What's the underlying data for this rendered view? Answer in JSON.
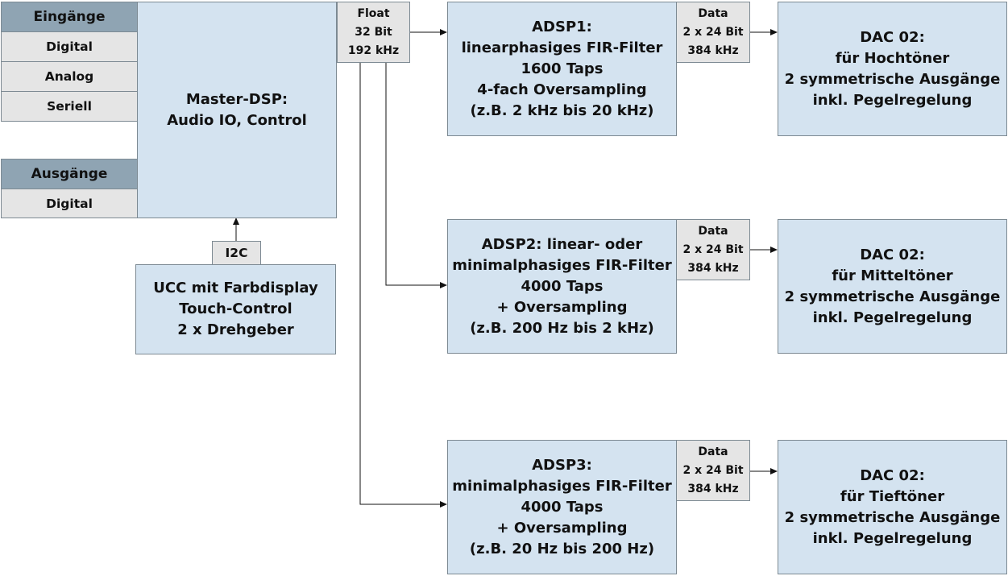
{
  "inputs": {
    "title": "Eingänge",
    "items": [
      "Digital",
      "Analog",
      "Seriell"
    ]
  },
  "outputs": {
    "title": "Ausgänge",
    "items": [
      "Digital"
    ]
  },
  "master": {
    "lines": [
      "Master-DSP:",
      "Audio IO, Control"
    ]
  },
  "ucc": {
    "lines": [
      "UCC mit Farbdisplay",
      "Touch-Control",
      "2 x Drehgeber"
    ]
  },
  "i2c": {
    "label": "I2C"
  },
  "float": {
    "lines": [
      "Float",
      "32 Bit",
      "192 kHz"
    ]
  },
  "adsp": [
    {
      "lines": [
        "ADSP1:",
        "linearphasiges FIR-Filter",
        "1600 Taps",
        "4-fach Oversampling",
        "(z.B. 2 kHz bis 20 kHz)"
      ]
    },
    {
      "lines": [
        "ADSP2: linear- oder",
        "minimalphasiges FIR-Filter",
        "4000 Taps",
        "+ Oversampling",
        "(z.B. 200 Hz bis 2 kHz)"
      ]
    },
    {
      "lines": [
        "ADSP3:",
        "minimalphasiges FIR-Filter",
        "4000 Taps",
        "+ Oversampling",
        "(z.B. 20 Hz bis 200 Hz)"
      ]
    }
  ],
  "data_tags": [
    {
      "lines": [
        "Data",
        "2 x 24 Bit",
        "384 kHz"
      ]
    },
    {
      "lines": [
        "Data",
        "2 x 24 Bit",
        "384 kHz"
      ]
    },
    {
      "lines": [
        "Data",
        "2 x 24 Bit",
        "384 kHz"
      ]
    }
  ],
  "dac": [
    {
      "lines": [
        "DAC 02:",
        "für Hochtöner",
        "2 symmetrische Ausgänge",
        "inkl. Pegelregelung"
      ]
    },
    {
      "lines": [
        "DAC 02:",
        "für Mitteltöner",
        "2 symmetrische Ausgänge",
        "inkl. Pegelregelung"
      ]
    },
    {
      "lines": [
        "DAC 02:",
        "für Tieftöner",
        "2 symmetrische Ausgänge",
        "inkl. Pegelregelung"
      ]
    }
  ]
}
